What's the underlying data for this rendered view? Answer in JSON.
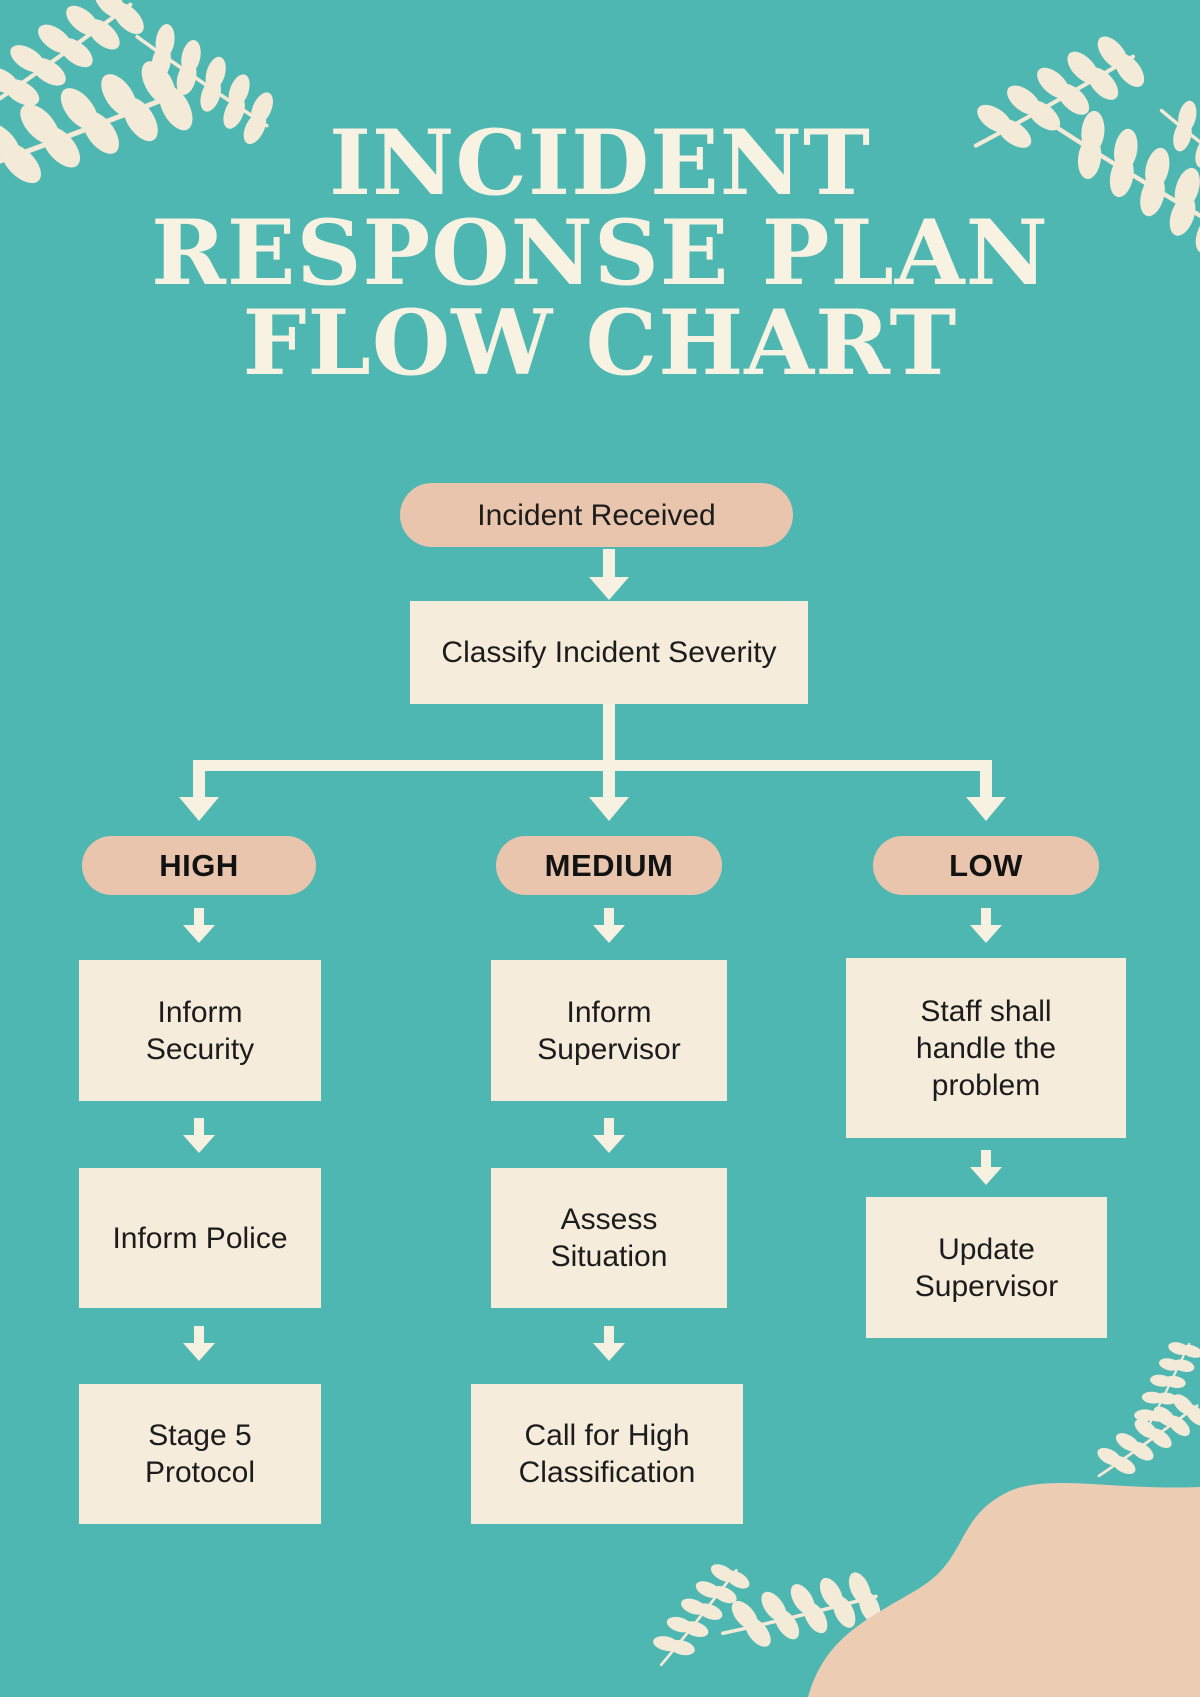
{
  "title": {
    "lines": [
      "INCIDENT",
      "RESPONSE PLAN",
      "FLOW CHART"
    ]
  },
  "flow": {
    "start": "Incident Received",
    "classify": "Classify Incident Severity",
    "branches": [
      {
        "label": "HIGH",
        "steps": [
          "Inform Security",
          "Inform Police",
          "Stage 5 Protocol"
        ]
      },
      {
        "label": "MEDIUM",
        "steps": [
          "Inform Supervisor",
          "Assess Situation",
          "Call for High Classification"
        ]
      },
      {
        "label": "LOW",
        "steps": [
          "Staff shall handle the problem",
          "Update Supervisor"
        ]
      }
    ]
  },
  "colors": {
    "background": "#4fb7b2",
    "pill": "#e9c5ad",
    "box": "#f5ecdb",
    "arrow": "#f6f1e1",
    "title_text": "#f7f2e2",
    "node_text": "#1c1c1c",
    "leaf": "#f3ead7",
    "corner_blob": "#eccdb4"
  }
}
